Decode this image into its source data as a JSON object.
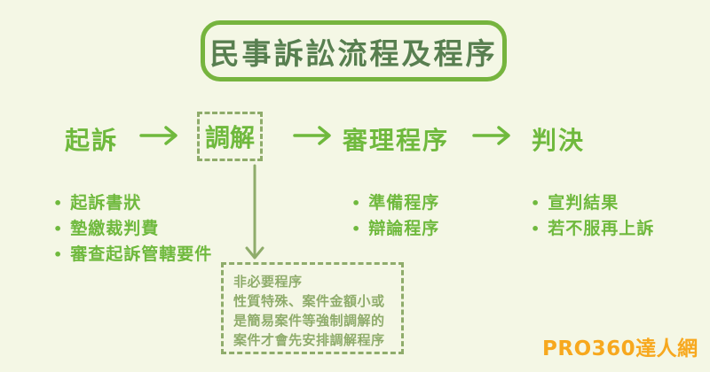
{
  "title": "民事訴訟流程及程序",
  "flow": {
    "stages": [
      {
        "label": "起訴"
      },
      {
        "label": "調解"
      },
      {
        "label": "審理程序"
      },
      {
        "label": "判決"
      }
    ]
  },
  "details": {
    "filing": {
      "items": [
        "起訴書狀",
        "墊繳裁判費",
        "審查起訴管轄要件"
      ]
    },
    "trial": {
      "items": [
        "準備程序",
        "辯論程序"
      ]
    },
    "judgment": {
      "items": [
        "宣判結果",
        "若不服再上訴"
      ]
    }
  },
  "mediation_note": {
    "lines": [
      "非必要程序",
      "性質特殊、案件金額小或",
      "是簡易案件等強制調解的",
      "案件才會先安排調解程序"
    ]
  },
  "watermark": "PRO360達人網",
  "ui": {
    "bullet": "•"
  },
  "colors": {
    "background": "#f4f7e5",
    "title_border": "#76b43e",
    "title_text": "#587f50",
    "primary_green": "#6fb93d",
    "muted_green": "#8fac6b",
    "watermark_orange": "#f7a81e"
  }
}
